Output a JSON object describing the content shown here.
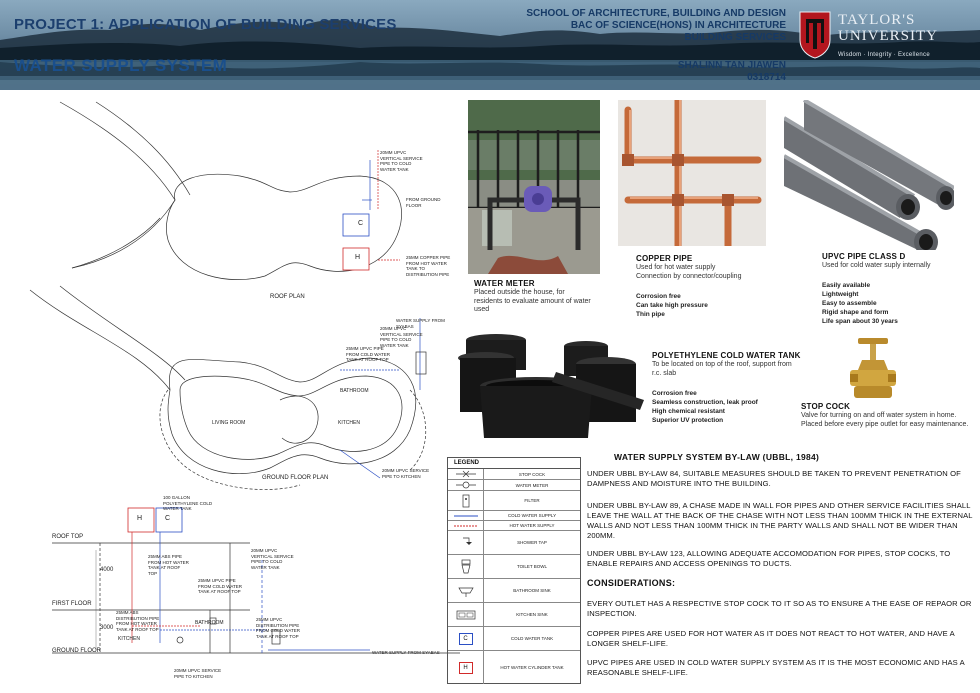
{
  "header": {
    "project_title": "PROJECT 1: APPLICATION OF BUILDING SERVICES",
    "system_title": "WATER SUPPLY SYSTEM",
    "school_lines": [
      "SCHOOL OF ARCHITECTURE, BUILDING AND DESIGN",
      "BAC OF SCIENCE(HONS) IN ARCHITECTURE",
      "BUILDING SERVICES"
    ],
    "student_name": "SHALINN TAN JIAWEN",
    "student_id": "0318714",
    "university_name_line1": "TAYLOR'S",
    "university_name_line2": "UNIVERSITY",
    "university_tagline": "Wisdom · Integrity · Excellence",
    "colors": {
      "title_blue": "#1c3f6e",
      "uni_red": "#b3161e"
    }
  },
  "drawings": {
    "roof_plan": {
      "label": "ROOF PLAN",
      "tank_cold": "C",
      "tank_hot": "H",
      "note_vertical_pipe": "20MM UPVC VERTICAL SERVICE PIPE TO COLD WATER TANK",
      "note_from_ground": "FROM GROUND FLOOR",
      "note_copper_pipe": "25MM COPPER PIPE FROM HOT WATER TANK TO DISTRIBUTION PIPE"
    },
    "ground_floor_plan": {
      "label": "GROUND FLOOR PLAN",
      "room_living": "LIVING ROOM",
      "room_bathroom": "BATHROOM",
      "room_kitchen": "KITCHEN",
      "note_supply_from_syabas": "WATER SUPPLY FROM SYABAS",
      "note_vertical_pipe": "20MM UPVC VERTICAL SERVICE PIPE TO COLD WATER TANK",
      "note_hot_pipe": "25MM UPVC PIPE FROM COLD WATER TANK AT ROOF TOP",
      "note_kitchen_pipe": "20MM UPVC SERVICE PIPE TO KITCHEN"
    },
    "section": {
      "level_roof": "ROOF TOP",
      "level_first": "FIRST FLOOR",
      "level_ground": "GROUND FLOOR",
      "dim_upper": "4000",
      "dim_lower": "3000",
      "tank_cold": "C",
      "tank_hot": "H",
      "room_bathroom": "BATHROOM",
      "room_kitchen": "KITCHEN",
      "note_tank": "100 GALLON POLYETHYLENE COLD WATER TANK",
      "note_abs_pipe": "25MM ABS PIPE FROM HOT WATER TANK AT ROOF TOP",
      "note_vertical": "20MM UPVC VERTICAL SERVICE PIPE TO COLD WATER TANK",
      "note_cold_pipe": "25MM UPVC PIPE FROM COLD WATER TANK AT ROOF TOP",
      "note_distribution_left": "25MM ABS DISTRIBUTION PIPE FROM HOT WATER TANK AT ROOF TOP",
      "note_distribution_right": "25MM UPVC DISTRIBUTION PIPE FROM COLD WATER TANK AT ROOF TOP",
      "note_supply_from_syabas": "WATER SUPPLY FROM SYABAS",
      "note_kitchen_pipe": "20MM UPVC SERVICE PIPE TO KITCHEN"
    }
  },
  "components": {
    "water_meter": {
      "title": "WATER METER",
      "desc": "Placed outside the house, for residents to evaluate amount of water used"
    },
    "copper_pipe": {
      "title": "COPPER PIPE",
      "desc": [
        "Used for hot water supply",
        "Connection by connector/coupling"
      ],
      "features": [
        "Corrosion free",
        "Can take high pressure",
        "Thin pipe"
      ]
    },
    "upvc_pipe": {
      "title": "UPVC PIPE CLASS D",
      "desc": "Used for cold water suply internally",
      "features": [
        "Easily available",
        "Lightweight",
        "Easy to assemble",
        "Rigid shape and form",
        "Life span about 30 years"
      ]
    },
    "cold_water_tank": {
      "title": "POLYETHYLENE COLD WATER TANK",
      "desc": "To be located on top of the roof, support from r.c. slab",
      "features": [
        "Corrosion free",
        "Seamless construction, leak proof",
        "High chemical resistant",
        "Superior UV protection"
      ]
    },
    "stop_cock": {
      "title": "STOP COCK",
      "desc": "Valve for turning on and off water system in home. Placed before every pipe outlet for easy maintenance."
    }
  },
  "legend": {
    "title": "LEGEND",
    "items": [
      {
        "label": "STOP COCK",
        "symbol": "stop-cock-icon"
      },
      {
        "label": "WATER METER",
        "symbol": "water-meter-icon"
      },
      {
        "label": "FILTER",
        "symbol": "filter-icon"
      },
      {
        "label": "COLD WATER SUPPLY",
        "symbol": "cold-line-icon"
      },
      {
        "label": "HOT WATER SUPPLY",
        "symbol": "hot-line-icon"
      },
      {
        "label": "SHOWER TAP",
        "symbol": "shower-tap-icon"
      },
      {
        "label": "TOILET BOWL",
        "symbol": "toilet-bowl-icon"
      },
      {
        "label": "BATHROOM SINK",
        "symbol": "bathroom-sink-icon"
      },
      {
        "label": "KITCHEN SINK",
        "symbol": "kitchen-sink-icon"
      },
      {
        "label": "COLD WATER TANK",
        "symbol": "cold-tank-icon",
        "letter": "C"
      },
      {
        "label": "HOT WATER CYLINDER TANK",
        "symbol": "hot-tank-icon",
        "letter": "H"
      }
    ],
    "colors": {
      "cold": "#2b4fc4",
      "hot": "#d12a2a"
    }
  },
  "bylaw": {
    "title": "WATER SUPPLY SYSTEM BY-LAW (UBBL, 1984)",
    "paragraphs": [
      "UNDER UBBL BY-LAW 84, SUITABLE MEASURES SHOULD BE TAKEN TO PREVENT PENETRATION OF DAMPNESS AND MOISTURE INTO THE BUILDING.",
      "UNDER UBBL BY-LAW 89, A CHASE MADE IN WALL FOR PIPES AND OTHER SERVICE FACILITIES SHALL LEAVE THE WALL AT THE BACK OF THE CHASE WITH NOT LESS THAN 100MM THICK IN THE EXTERNAL WALLS AND NOT LESS THAN 100MM THICK IN THE PARTY WALLS AND SHALL NOT BE WIDER THAN 200MM.",
      "UNDER UBBL BY-LAW 123, ALLOWING ADEQUATE ACCOMODATION FOR PIPES, STOP COCKS, TO ENABLE REPAIRS AND ACCESS OPENINGS TO DUCTS."
    ],
    "considerations_title": "CONSIDERATIONS:",
    "considerations": [
      "EVERY OUTLET HAS A RESPECTIVE STOP COCK TO IT SO AS TO ENSURE A THE EASE OF REPAOR OR INSPECTION.",
      "COPPER PIPES ARE USED FOR HOT WATER AS IT DOES NOT REACT TO HOT WATER, AND HAVE A LONGER SHELF-LIFE.",
      "UPVC PIPES ARE USED IN COLD WATER SUPPLY SYSTEM AS IT IS THE MOST ECONOMIC AND HAS A REASONABLE SHELF-LIFE."
    ]
  }
}
